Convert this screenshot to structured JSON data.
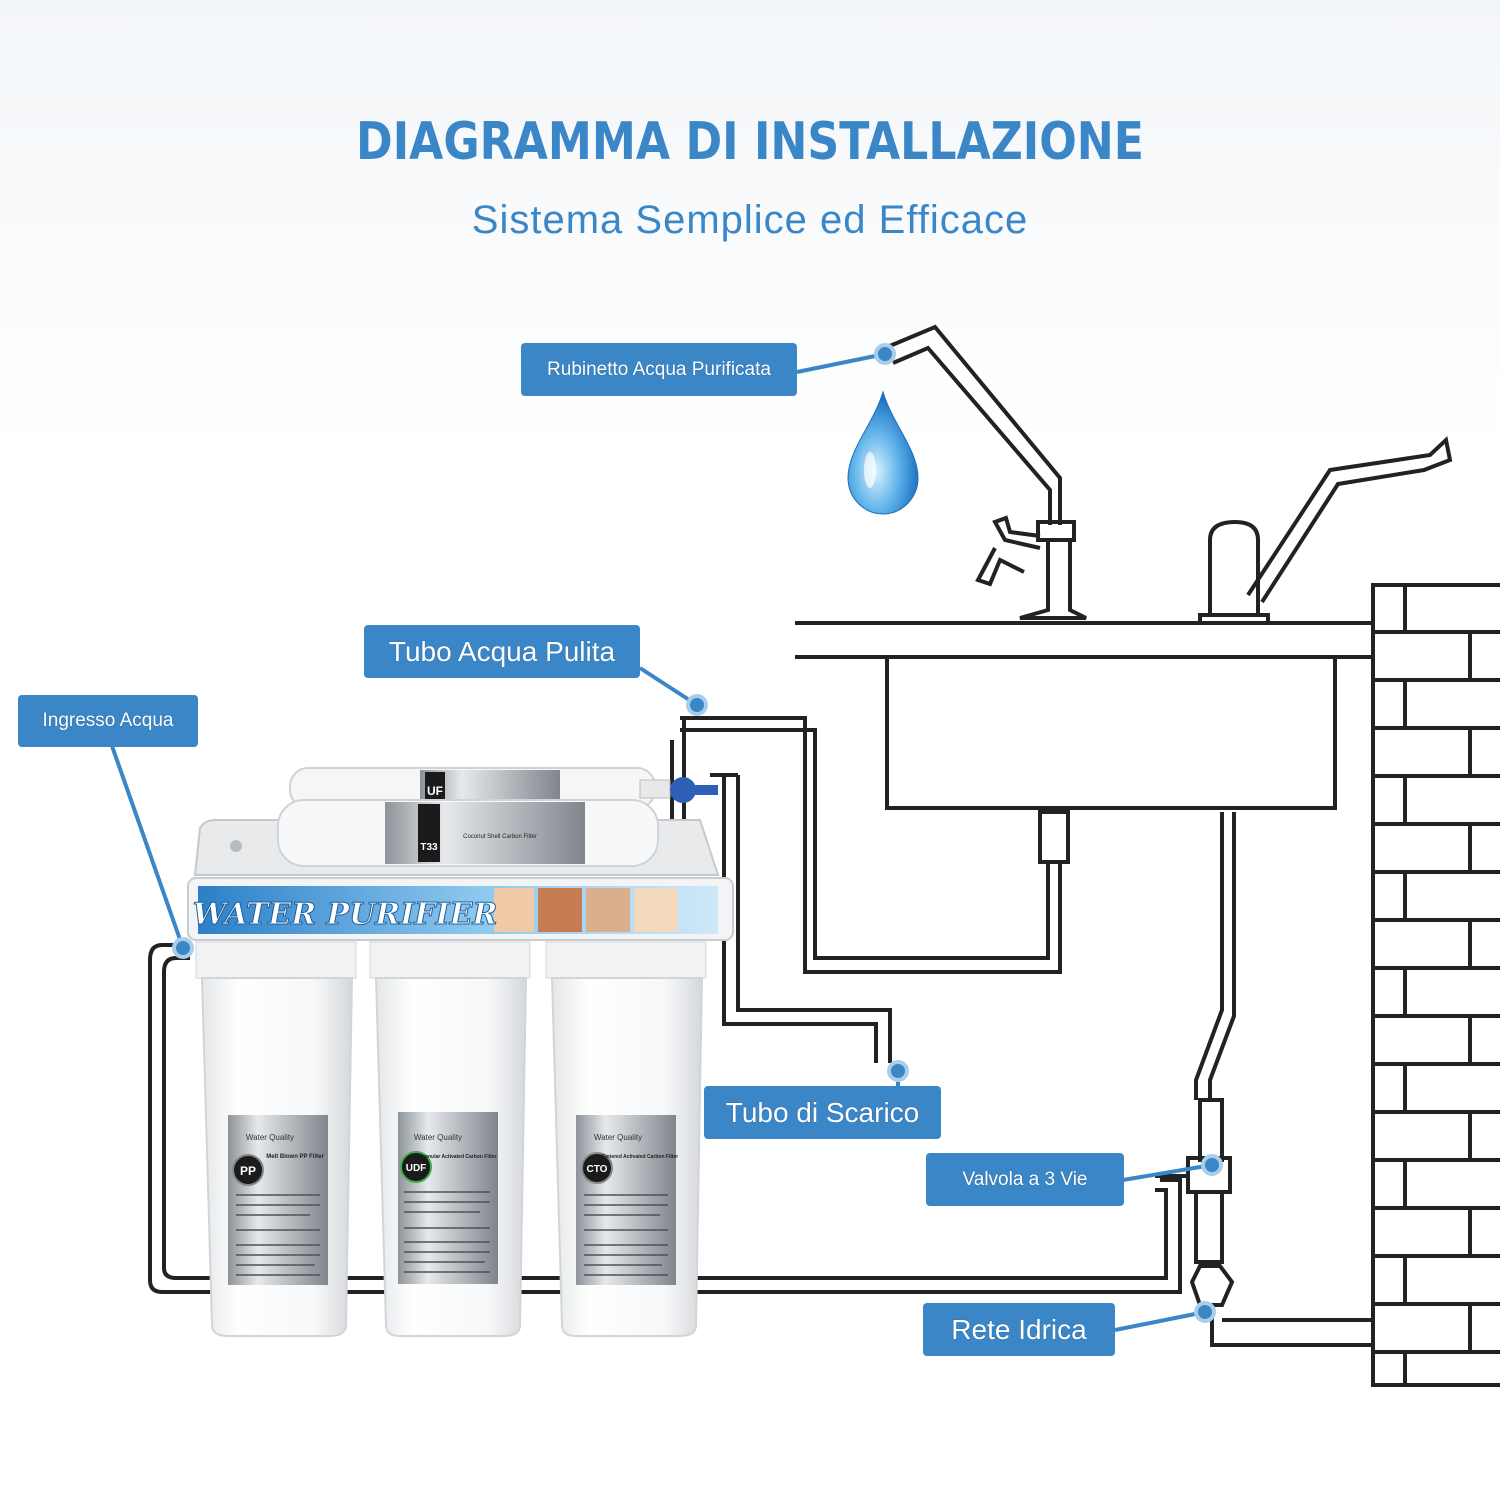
{
  "header": {
    "title": "DIAGRAMMA DI INSTALLAZIONE",
    "subtitle": "Sistema Semplice ed Efficace"
  },
  "labels": {
    "faucet": "Rubinetto Acqua Purificata",
    "clean_pipe": "Tubo Acqua Pulita",
    "inlet": "Ingresso Acqua",
    "drain": "Tubo di Scarico",
    "valve": "Valvola a 3 Vie",
    "mains": "Rete Idrica"
  },
  "purifier": {
    "banner": "WATER PURIFIER",
    "cartridges": [
      {
        "code": "PP",
        "name": "Melt Blown PP Filter",
        "brand": "Water Quality"
      },
      {
        "code": "UDF",
        "name": "Granular Activated Carbon Filter",
        "brand": "Water Quality"
      },
      {
        "code": "CTO",
        "name": "Sintered Activated Carbon Filter",
        "brand": "Water Quality"
      }
    ],
    "inline_filters": [
      {
        "code": "UF"
      },
      {
        "code": "T33",
        "name": "Coconut Shell Carbon Filter"
      }
    ]
  },
  "colors": {
    "accent": "#3a86c7",
    "line": "#2b2b2b",
    "drop": "#2f8fd6"
  }
}
